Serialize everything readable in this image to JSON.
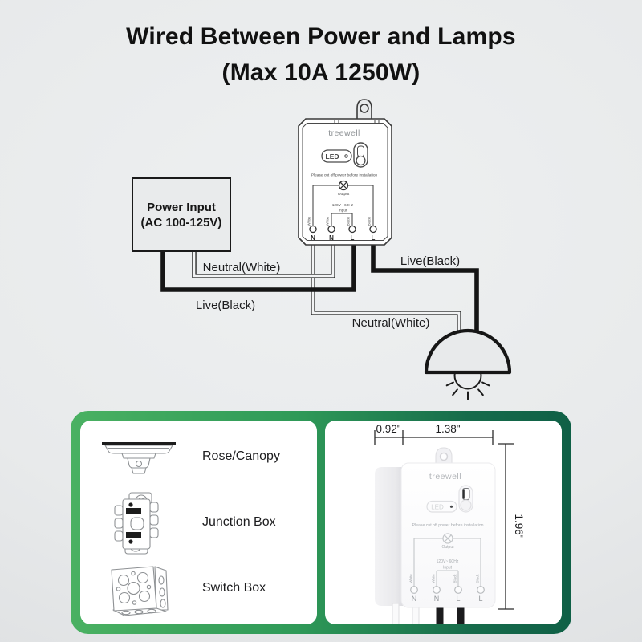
{
  "title": {
    "line1": "Wired Between Power and Lamps",
    "line2": "(Max 10A 1250W)"
  },
  "wiring": {
    "power_box_line1": "Power Input",
    "power_box_line2": "(AC 100-125V)",
    "label_neutral_in": "Neutral(White)",
    "label_live_in": "Live(Black)",
    "label_live_out": "Live(Black)",
    "label_neutral_out": "Neutral(White)"
  },
  "device": {
    "brand": "treewell",
    "led": "LED",
    "warning": "Please cut off power before installation",
    "output": "Output",
    "rating": "120V~ 60Hz",
    "input": "Input",
    "terminals": [
      "N",
      "N",
      "L",
      "L"
    ],
    "terminal_wires": [
      "White",
      "White",
      "Black",
      "Black"
    ]
  },
  "accessories": {
    "items": [
      {
        "label": "Rose/Canopy"
      },
      {
        "label": "Junction Box"
      },
      {
        "label": "Switch Box"
      }
    ]
  },
  "dimensions": {
    "depth": "0.92\"",
    "width": "1.38\"",
    "height": "1.96\""
  },
  "colors": {
    "page_background": "#e8eaec",
    "diagram_line": "#1c1c1c",
    "frame_green_left": "#4ab162",
    "frame_green_right": "#0f6046",
    "wire_white": "#f2f3f4",
    "wire_black": "#151515",
    "device_print_gray": "#b9bcbf",
    "brand_gray": "#8f9396"
  }
}
